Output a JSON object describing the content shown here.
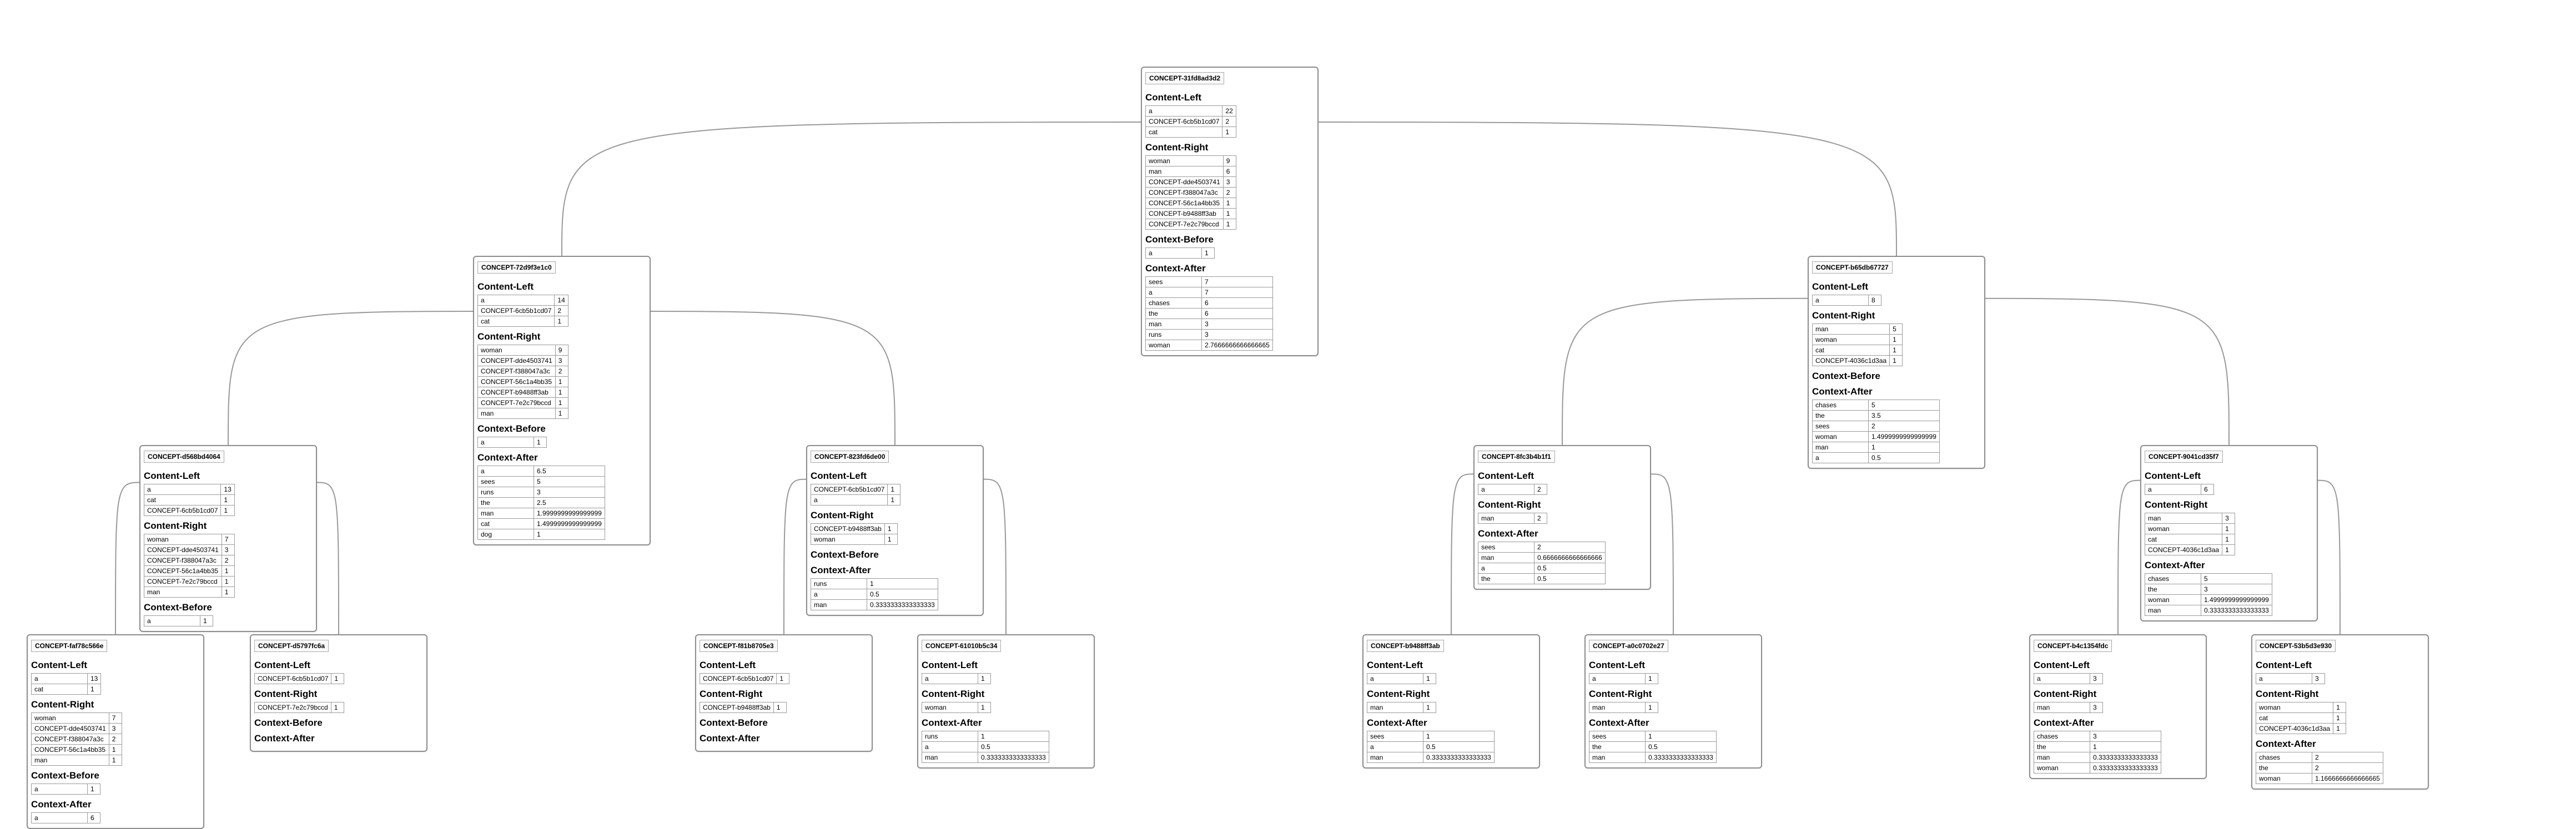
{
  "nodes": [
    {
      "id": "n0",
      "title": "CONCEPT-31fd8ad3d2",
      "sections": [
        {
          "title": "Content-Left",
          "rows": [
            [
              "a",
              "22"
            ],
            [
              "CONCEPT-6cb5b1cd07",
              "2"
            ],
            [
              "cat",
              "1"
            ]
          ]
        },
        {
          "title": "Content-Right",
          "rows": [
            [
              "woman",
              "9"
            ],
            [
              "man",
              "6"
            ],
            [
              "CONCEPT-dde4503741",
              "3"
            ],
            [
              "CONCEPT-f388047a3c",
              "2"
            ],
            [
              "CONCEPT-56c1a4bb35",
              "1"
            ],
            [
              "CONCEPT-b9488ff3ab",
              "1"
            ],
            [
              "CONCEPT-7e2c79bccd",
              "1"
            ]
          ]
        },
        {
          "title": "Context-Before",
          "rows": [
            [
              "a",
              "1"
            ]
          ]
        },
        {
          "title": "Context-After",
          "rows": [
            [
              "sees",
              "7"
            ],
            [
              "a",
              "7"
            ],
            [
              "chases",
              "6"
            ],
            [
              "the",
              "6"
            ],
            [
              "man",
              "3"
            ],
            [
              "runs",
              "3"
            ],
            [
              "woman",
              "2.7666666666666665"
            ]
          ]
        }
      ]
    },
    {
      "id": "n1",
      "title": "CONCEPT-72d9f3e1c0",
      "sections": [
        {
          "title": "Content-Left",
          "rows": [
            [
              "a",
              "14"
            ],
            [
              "CONCEPT-6cb5b1cd07",
              "2"
            ],
            [
              "cat",
              "1"
            ]
          ]
        },
        {
          "title": "Content-Right",
          "rows": [
            [
              "woman",
              "9"
            ],
            [
              "CONCEPT-dde4503741",
              "3"
            ],
            [
              "CONCEPT-f388047a3c",
              "2"
            ],
            [
              "CONCEPT-56c1a4bb35",
              "1"
            ],
            [
              "CONCEPT-b9488ff3ab",
              "1"
            ],
            [
              "CONCEPT-7e2c79bccd",
              "1"
            ],
            [
              "man",
              "1"
            ]
          ]
        },
        {
          "title": "Context-Before",
          "rows": [
            [
              "a",
              "1"
            ]
          ]
        },
        {
          "title": "Context-After",
          "rows": [
            [
              "a",
              "6.5"
            ],
            [
              "sees",
              "5"
            ],
            [
              "runs",
              "3"
            ],
            [
              "the",
              "2.5"
            ],
            [
              "man",
              "1.9999999999999999"
            ],
            [
              "cat",
              "1.4999999999999999"
            ],
            [
              "dog",
              "1"
            ]
          ]
        }
      ]
    },
    {
      "id": "n2",
      "title": "CONCEPT-b65db67727",
      "sections": [
        {
          "title": "Content-Left",
          "rows": [
            [
              "a",
              "8"
            ]
          ]
        },
        {
          "title": "Content-Right",
          "rows": [
            [
              "man",
              "5"
            ],
            [
              "woman",
              "1"
            ],
            [
              "cat",
              "1"
            ],
            [
              "CONCEPT-4036c1d3aa",
              "1"
            ]
          ]
        },
        {
          "title": "Context-Before",
          "rows": []
        },
        {
          "title": "Context-After",
          "rows": [
            [
              "chases",
              "5"
            ],
            [
              "the",
              "3.5"
            ],
            [
              "sees",
              "2"
            ],
            [
              "woman",
              "1.4999999999999999"
            ],
            [
              "man",
              "1"
            ],
            [
              "a",
              "0.5"
            ]
          ]
        }
      ]
    },
    {
      "id": "n3",
      "title": "CONCEPT-d568bd4064",
      "sections": [
        {
          "title": "Content-Left",
          "rows": [
            [
              "a",
              "13"
            ],
            [
              "cat",
              "1"
            ],
            [
              "CONCEPT-6cb5b1cd07",
              "1"
            ]
          ]
        },
        {
          "title": "Content-Right",
          "rows": [
            [
              "woman",
              "7"
            ],
            [
              "CONCEPT-dde4503741",
              "3"
            ],
            [
              "CONCEPT-f388047a3c",
              "2"
            ],
            [
              "CONCEPT-56c1a4bb35",
              "1"
            ],
            [
              "CONCEPT-7e2c79bccd",
              "1"
            ],
            [
              "man",
              "1"
            ]
          ]
        },
        {
          "title": "Context-Before",
          "rows": [
            [
              "a",
              "1"
            ]
          ]
        }
      ]
    },
    {
      "id": "n4",
      "title": "CONCEPT-823fd6de00",
      "sections": [
        {
          "title": "Content-Left",
          "rows": [
            [
              "CONCEPT-6cb5b1cd07",
              "1"
            ],
            [
              "a",
              "1"
            ]
          ]
        },
        {
          "title": "Content-Right",
          "rows": [
            [
              "CONCEPT-b9488ff3ab",
              "1"
            ],
            [
              "woman",
              "1"
            ]
          ]
        },
        {
          "title": "Context-Before",
          "rows": []
        },
        {
          "title": "Context-After",
          "rows": [
            [
              "runs",
              "1"
            ],
            [
              "a",
              "0.5"
            ],
            [
              "man",
              "0.3333333333333333"
            ]
          ]
        }
      ]
    },
    {
      "id": "n5",
      "title": "CONCEPT-8fc3b4b1f1",
      "sections": [
        {
          "title": "Content-Left",
          "rows": [
            [
              "a",
              "2"
            ]
          ]
        },
        {
          "title": "Content-Right",
          "rows": [
            [
              "man",
              "2"
            ]
          ]
        },
        {
          "title": "Context-After",
          "rows": [
            [
              "sees",
              "2"
            ],
            [
              "man",
              "0.6666666666666666"
            ],
            [
              "a",
              "0.5"
            ],
            [
              "the",
              "0.5"
            ]
          ]
        }
      ]
    },
    {
      "id": "n6",
      "title": "CONCEPT-9041cd35f7",
      "sections": [
        {
          "title": "Content-Left",
          "rows": [
            [
              "a",
              "6"
            ]
          ]
        },
        {
          "title": "Content-Right",
          "rows": [
            [
              "man",
              "3"
            ],
            [
              "woman",
              "1"
            ],
            [
              "cat",
              "1"
            ],
            [
              "CONCEPT-4036c1d3aa",
              "1"
            ]
          ]
        },
        {
          "title": "Context-After",
          "rows": [
            [
              "chases",
              "5"
            ],
            [
              "the",
              "3"
            ],
            [
              "woman",
              "1.4999999999999999"
            ],
            [
              "man",
              "0.3333333333333333"
            ]
          ]
        }
      ]
    },
    {
      "id": "n7",
      "title": "CONCEPT-faf78c566e",
      "sections": [
        {
          "title": "Content-Left",
          "rows": [
            [
              "a",
              "13"
            ],
            [
              "cat",
              "1"
            ]
          ]
        },
        {
          "title": "Content-Right",
          "rows": [
            [
              "woman",
              "7"
            ],
            [
              "CONCEPT-dde4503741",
              "3"
            ],
            [
              "CONCEPT-f388047a3c",
              "2"
            ],
            [
              "CONCEPT-56c1a4bb35",
              "1"
            ],
            [
              "man",
              "1"
            ]
          ]
        },
        {
          "title": "Context-Before",
          "rows": [
            [
              "a",
              "1"
            ]
          ]
        },
        {
          "title": "Context-After",
          "rows": [
            [
              "a",
              "6"
            ]
          ]
        }
      ]
    },
    {
      "id": "n8",
      "title": "CONCEPT-d5797fc6a",
      "sections": [
        {
          "title": "Content-Left",
          "rows": [
            [
              "CONCEPT-6cb5b1cd07",
              "1"
            ]
          ]
        },
        {
          "title": "Content-Right",
          "rows": [
            [
              "CONCEPT-7e2c79bccd",
              "1"
            ]
          ]
        },
        {
          "title": "Context-Before",
          "rows": []
        },
        {
          "title": "Context-After",
          "rows": []
        }
      ]
    },
    {
      "id": "n9",
      "title": "CONCEPT-f81b8705e3",
      "sections": [
        {
          "title": "Content-Left",
          "rows": [
            [
              "CONCEPT-6cb5b1cd07",
              "1"
            ]
          ]
        },
        {
          "title": "Content-Right",
          "rows": [
            [
              "CONCEPT-b9488ff3ab",
              "1"
            ]
          ]
        },
        {
          "title": "Context-Before",
          "rows": []
        },
        {
          "title": "Context-After",
          "rows": []
        }
      ]
    },
    {
      "id": "n10",
      "title": "CONCEPT-61010b5c34",
      "sections": [
        {
          "title": "Content-Left",
          "rows": [
            [
              "a",
              "1"
            ]
          ]
        },
        {
          "title": "Content-Right",
          "rows": [
            [
              "woman",
              "1"
            ]
          ]
        },
        {
          "title": "Context-After",
          "rows": [
            [
              "runs",
              "1"
            ],
            [
              "a",
              "0.5"
            ],
            [
              "man",
              "0.3333333333333333"
            ]
          ]
        }
      ]
    },
    {
      "id": "n11",
      "title": "CONCEPT-b9488ff3ab",
      "sections": [
        {
          "title": "Content-Left",
          "rows": [
            [
              "a",
              "1"
            ]
          ]
        },
        {
          "title": "Content-Right",
          "rows": [
            [
              "man",
              "1"
            ]
          ]
        },
        {
          "title": "Context-After",
          "rows": [
            [
              "sees",
              "1"
            ],
            [
              "a",
              "0.5"
            ],
            [
              "man",
              "0.3333333333333333"
            ]
          ]
        }
      ]
    },
    {
      "id": "n12",
      "title": "CONCEPT-a0c0702e27",
      "sections": [
        {
          "title": "Content-Left",
          "rows": [
            [
              "a",
              "1"
            ]
          ]
        },
        {
          "title": "Content-Right",
          "rows": [
            [
              "man",
              "1"
            ]
          ]
        },
        {
          "title": "Context-After",
          "rows": [
            [
              "sees",
              "1"
            ],
            [
              "the",
              "0.5"
            ],
            [
              "man",
              "0.3333333333333333"
            ]
          ]
        }
      ]
    },
    {
      "id": "n13",
      "title": "CONCEPT-b4c1354fdc",
      "sections": [
        {
          "title": "Content-Left",
          "rows": [
            [
              "a",
              "3"
            ]
          ]
        },
        {
          "title": "Content-Right",
          "rows": [
            [
              "man",
              "3"
            ]
          ]
        },
        {
          "title": "Context-After",
          "rows": [
            [
              "chases",
              "3"
            ],
            [
              "the",
              "1"
            ],
            [
              "man",
              "0.3333333333333333"
            ],
            [
              "woman",
              "0.3333333333333333"
            ]
          ]
        }
      ]
    },
    {
      "id": "n14",
      "title": "CONCEPT-53b5d3e930",
      "sections": [
        {
          "title": "Content-Left",
          "rows": [
            [
              "a",
              "3"
            ]
          ]
        },
        {
          "title": "Content-Right",
          "rows": [
            [
              "woman",
              "1"
            ],
            [
              "cat",
              "1"
            ],
            [
              "CONCEPT-4036c1d3aa",
              "1"
            ]
          ]
        },
        {
          "title": "Context-After",
          "rows": [
            [
              "chases",
              "2"
            ],
            [
              "the",
              "2"
            ],
            [
              "woman",
              "1.1666666666666665"
            ]
          ]
        }
      ]
    }
  ]
}
